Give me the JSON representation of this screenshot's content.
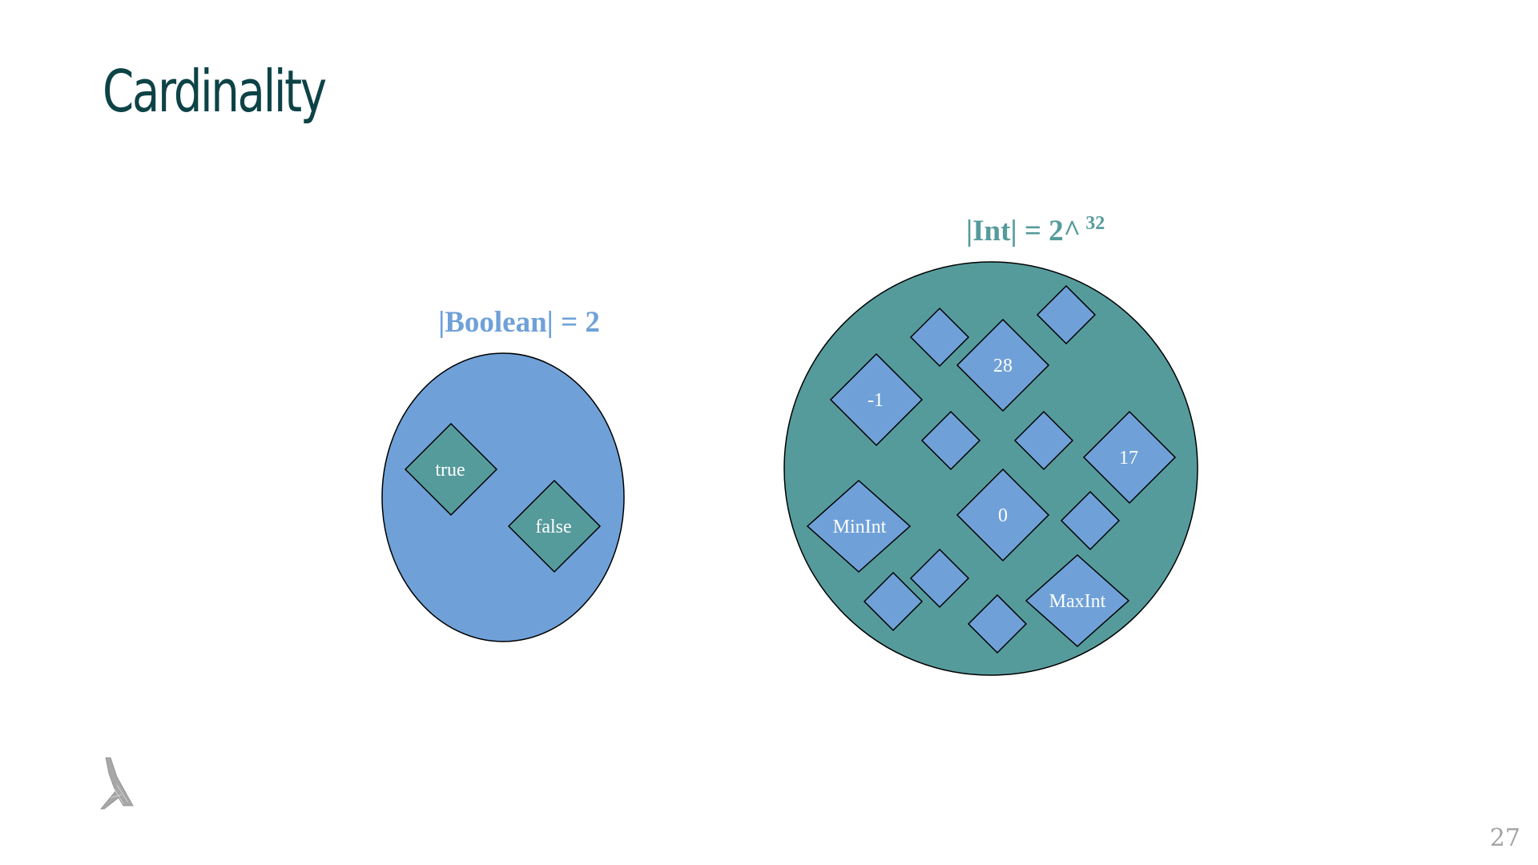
{
  "slide": {
    "title": "Cardinality",
    "page_number": "27"
  },
  "colors": {
    "title": "#0d4347",
    "boolean_fill": "#6fa1d8",
    "int_fill": "#569b9c",
    "outline": "#000000",
    "label_text": "#ffffff",
    "page_number": "#a3a3a3",
    "logo": "#a7a7a7"
  },
  "boolean_set": {
    "label": "|Boolean| = 2",
    "elements": [
      "true",
      "false"
    ]
  },
  "int_set": {
    "label_base": "|Int| = 2^",
    "label_exponent": "32",
    "labeled_elements": [
      "28",
      "-1",
      "17",
      "0",
      "MinInt",
      "MaxInt"
    ]
  },
  "logo": {
    "icon": "lambda-logo-icon"
  }
}
